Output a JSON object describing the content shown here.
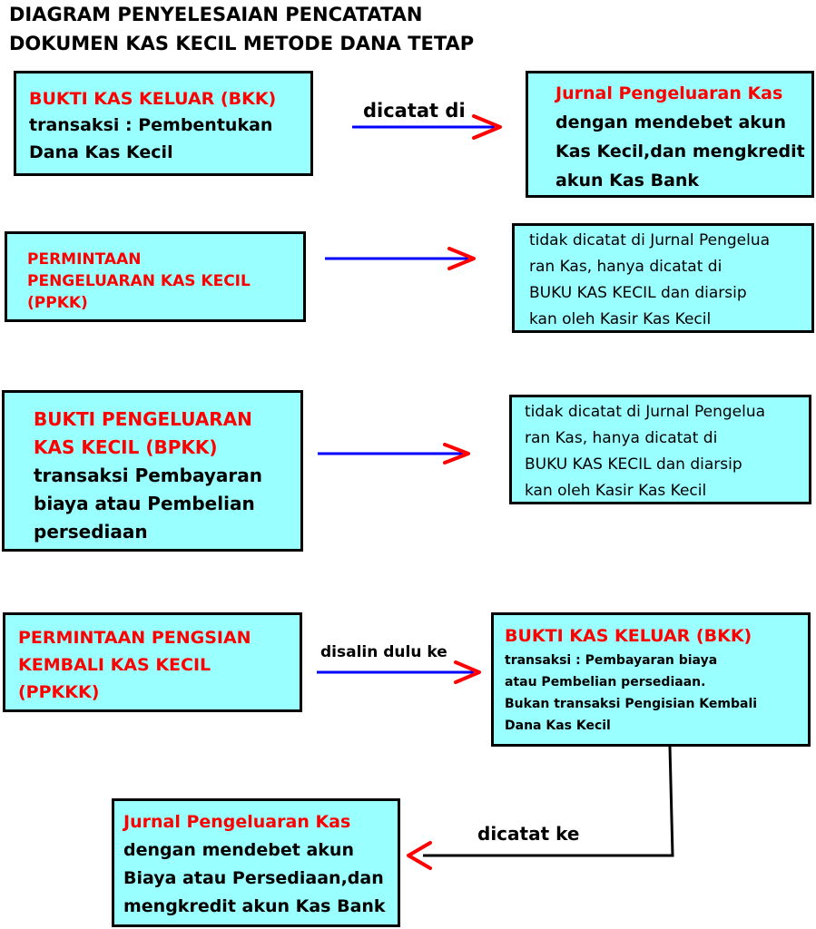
{
  "title": {
    "line1": "DIAGRAM PENYELESAIAN PENCATATAN",
    "line2": "DOKUMEN KAS KECIL METODE DANA TETAP"
  },
  "rows": {
    "bkk": {
      "source": {
        "heading": [
          "BUKTI KAS KELUAR (BKK)"
        ],
        "body": [
          "transaksi : Pembentukan",
          "Dana Kas Kecil"
        ]
      },
      "edge_label": "dicatat di",
      "target": {
        "heading": [
          "Jurnal Pengeluaran Kas"
        ],
        "body": [
          "dengan mendebet akun",
          "Kas Kecil,dan mengkredit",
          "akun Kas Bank"
        ]
      }
    },
    "ppkk": {
      "source": {
        "heading": [
          "PERMINTAAN",
          "PENGELUARAN KAS KECIL",
          "(PPKK)"
        ]
      },
      "target": {
        "body": [
          "tidak dicatat di Jurnal Pengelua",
          "ran Kas, hanya dicatat di",
          "BUKU KAS KECIL dan diarsip",
          "kan oleh Kasir Kas Kecil"
        ]
      }
    },
    "bpkk": {
      "source": {
        "heading": [
          "BUKTI PENGELUARAN",
          "KAS KECIL (BPKK)"
        ],
        "body": [
          "transaksi Pembayaran",
          "biaya atau Pembelian",
          "persediaan"
        ]
      },
      "target": {
        "body": [
          "tidak dicatat di Jurnal Pengelua",
          "ran Kas, hanya dicatat di",
          "BUKU KAS KECIL dan diarsip",
          "kan oleh Kasir Kas Kecil"
        ]
      }
    },
    "ppkkk": {
      "source": {
        "heading": [
          "PERMINTAAN PENGSIAN",
          "KEMBALI KAS KECIL",
          "(PPKKK)"
        ]
      },
      "edge_label": "disalin dulu ke",
      "target": {
        "heading": [
          "BUKTI KAS KELUAR (BKK)"
        ],
        "body": [
          "transaksi : Pembayaran biaya",
          "atau Pembelian persediaan.",
          "Bukan transaksi Pengisian Kembali",
          "Dana Kas Kecil"
        ]
      },
      "edge2_label": "dicatat ke",
      "journal": {
        "heading": [
          "Jurnal Pengeluaran Kas"
        ],
        "body": [
          "dengan mendebet akun",
          "Biaya atau Persediaan,dan",
          "mengkredit akun Kas Bank"
        ]
      }
    }
  },
  "colors": {
    "box_fill": "#99ffff",
    "box_border": "#000000",
    "heading_text": "#ff0000",
    "body_text": "#000000",
    "arrow_line": "#0000ff",
    "arrow_head": "#ff0000",
    "connector": "#000000"
  }
}
